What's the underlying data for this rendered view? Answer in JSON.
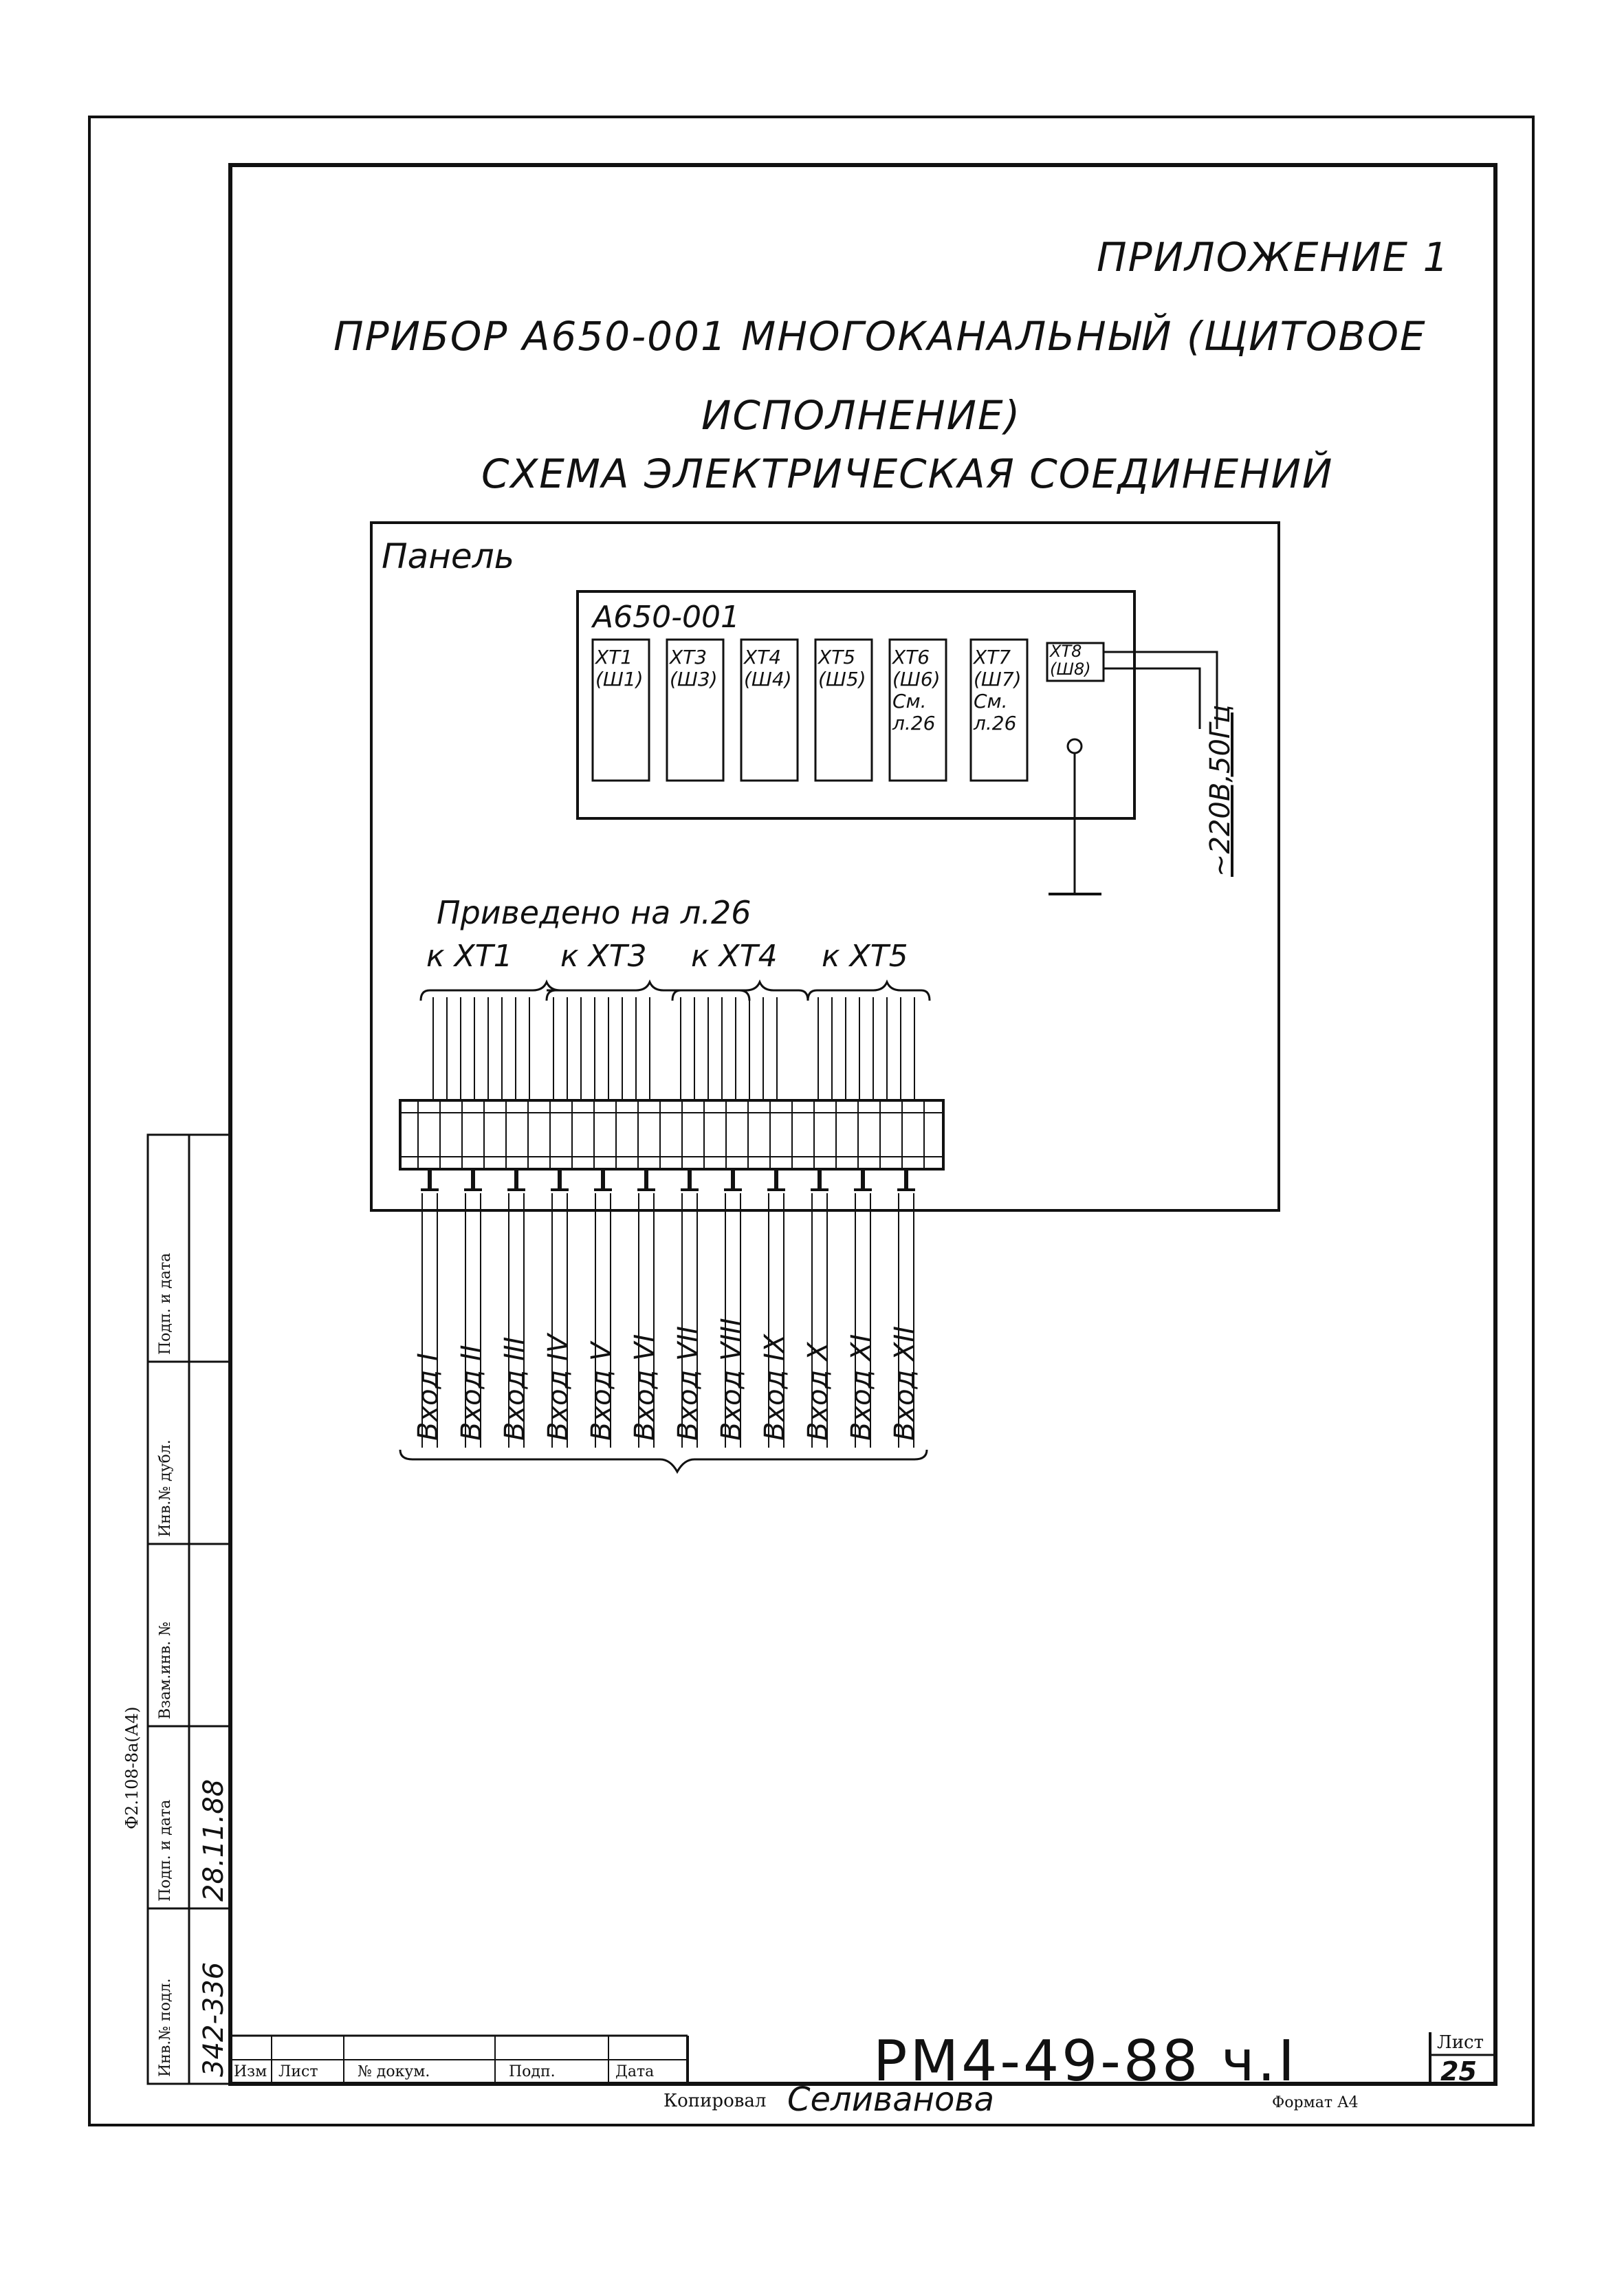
{
  "header": {
    "appendix": "ПРИЛОЖЕНИЕ 1",
    "title_line1": "ПРИБОР А650-001 МНОГОКАНАЛЬНЫЙ (ЩИТОВОЕ",
    "title_line2": "ИСПОЛНЕНИЕ)",
    "title_line3": "СХЕМА ЭЛЕКТРИЧЕСКАЯ СОЕДИНЕНИЙ"
  },
  "panel": {
    "label": "Панель",
    "device_label": "А650-001",
    "power_label": "~220В,50Гц"
  },
  "connectors": [
    {
      "name": "ХТ1",
      "sub": "(Ш1)",
      "note1": "",
      "note2": ""
    },
    {
      "name": "ХТ3",
      "sub": "(Ш3)",
      "note1": "",
      "note2": ""
    },
    {
      "name": "ХТ4",
      "sub": "(Ш4)",
      "note1": "",
      "note2": ""
    },
    {
      "name": "ХТ5",
      "sub": "(Ш5)",
      "note1": "",
      "note2": ""
    },
    {
      "name": "ХТ6",
      "sub": "(Ш6)",
      "note1": "См.",
      "note2": "л.26"
    },
    {
      "name": "ХТ7",
      "sub": "(Ш7)",
      "note1": "См.",
      "note2": "л.26"
    },
    {
      "name": "ХТ8",
      "sub": "(Ш8)",
      "note1": "",
      "note2": ""
    }
  ],
  "routing": {
    "note": "Приведено на л.26",
    "groups": [
      "к ХТ1",
      "к ХТ3",
      "к ХТ4",
      "к ХТ5"
    ]
  },
  "inputs": [
    "Вход I",
    "Вход II",
    "Вход III",
    "Вход IV",
    "Вход V",
    "Вход VI",
    "Вход VII",
    "Вход VIII",
    "Вход IX",
    "Вход X",
    "Вход XI",
    "Вход XII"
  ],
  "side_stamp": {
    "format_code": "Ф2.108-8а(А4)",
    "col1": "Инв.№ подл.",
    "col2": "Подп. и дата",
    "col3": "Взам.инв. №",
    "col4": "Инв.№ дубл.",
    "col5": "Подп. и дата",
    "inv_value": "342-336",
    "sign_date": "28.11.88"
  },
  "title_block": {
    "designation": "РМ4-49-88 ч.I",
    "sheet_label": "Лист",
    "sheet_number": "25",
    "col_izm": "Изм",
    "col_list": "Лист",
    "col_doc": "№ докум.",
    "col_sign": "Подп.",
    "col_date": "Дата"
  },
  "footer": {
    "copied_label": "Копировал",
    "copied_by": "Селиванова",
    "format": "Формат А4"
  }
}
